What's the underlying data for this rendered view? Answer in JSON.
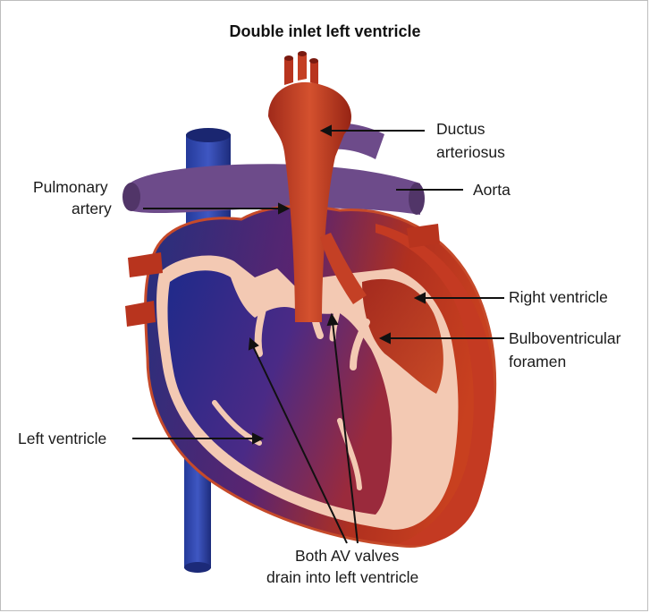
{
  "title": "Double inlet left ventricle",
  "labels": {
    "ductus_line1": "Ductus",
    "ductus_line2": "arteriosus",
    "aorta": "Aorta",
    "pulmonary_line1": "Pulmonary",
    "pulmonary_line2": "artery",
    "right_ventricle": "Right ventricle",
    "bulbo_line1": "Bulboventricular",
    "bulbo_line2": "foramen",
    "left_ventricle": "Left ventricle",
    "av_line1": "Both AV valves",
    "av_line2": "drain into left ventricle"
  },
  "colors": {
    "oxygenated": "#b8341e",
    "deoxygenated": "#2a3a95",
    "pulmonary": "#6a4a86",
    "wall": "#f3c9b3",
    "pointer": "#111111"
  }
}
